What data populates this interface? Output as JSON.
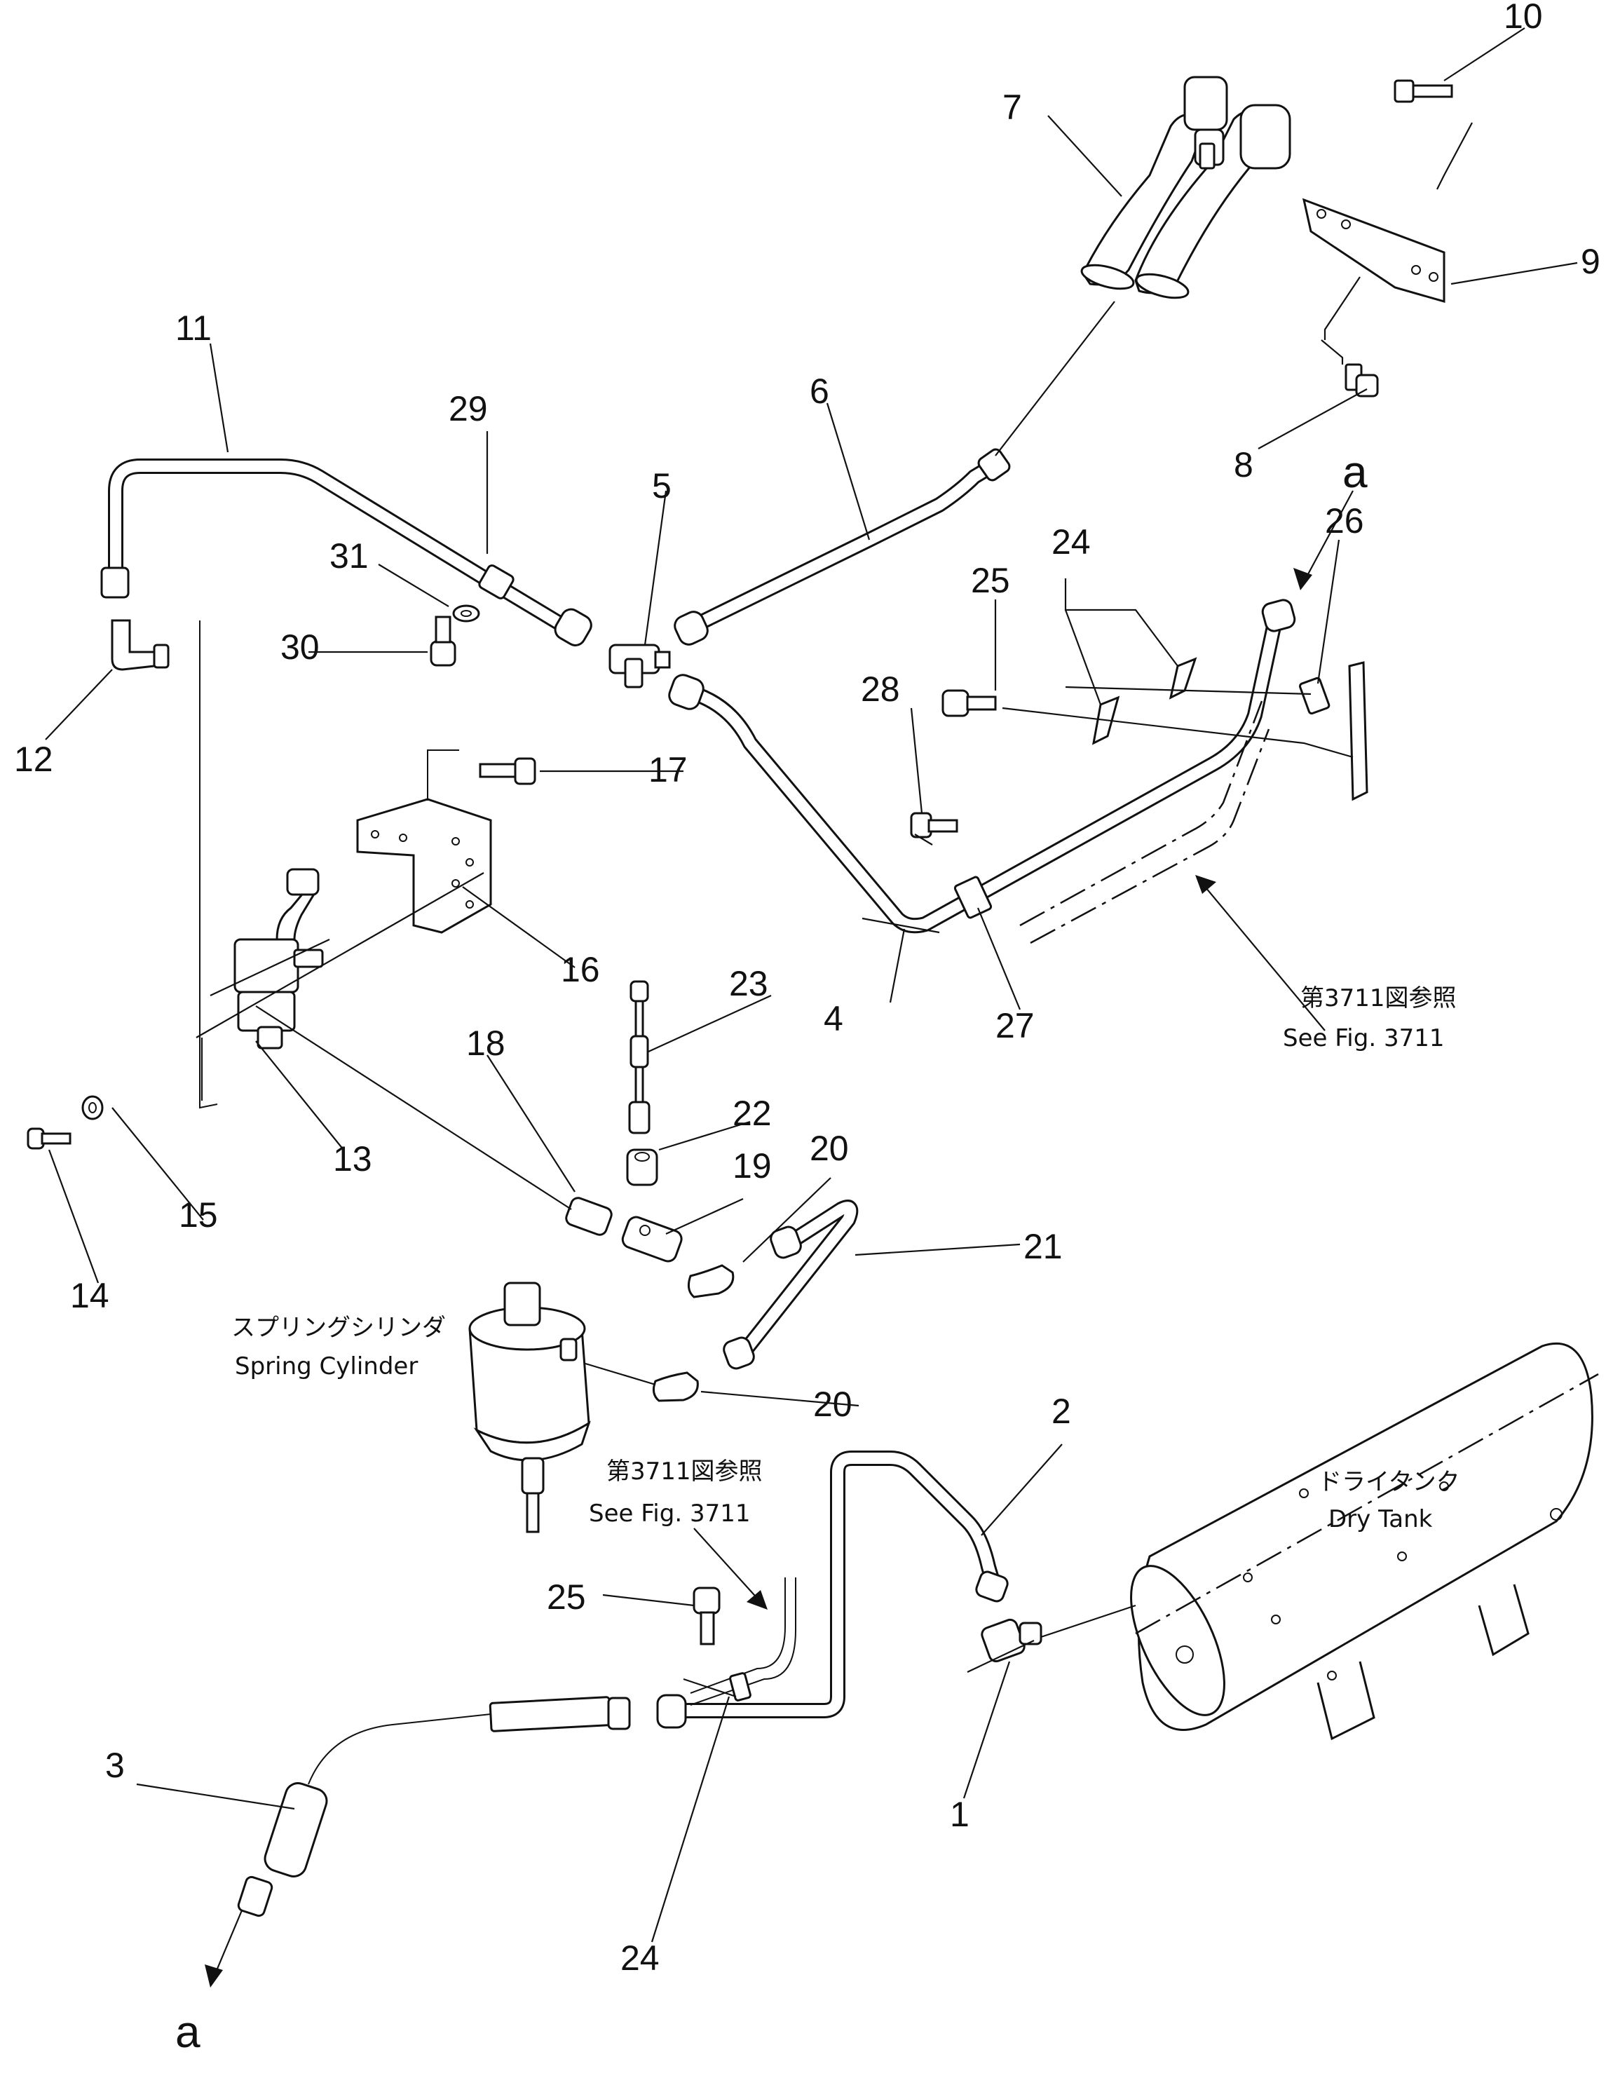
{
  "figure": {
    "part_numbers": [
      "1",
      "2",
      "3",
      "4",
      "5",
      "6",
      "7",
      "8",
      "9",
      "10",
      "11",
      "12",
      "13",
      "14",
      "15",
      "16",
      "17",
      "18",
      "19",
      "20",
      "21",
      "22",
      "23",
      "24",
      "25",
      "26",
      "27",
      "28",
      "29",
      "30",
      "31"
    ],
    "callouts": {
      "n10": "10",
      "n7": "7",
      "n9": "9",
      "n8": "8",
      "n11": "11",
      "n29": "29",
      "n6": "6",
      "n5": "5",
      "n31": "31",
      "n30": "30",
      "n12": "12",
      "n24a": "24",
      "n25a": "25",
      "n26": "26",
      "n28": "28",
      "n17": "17",
      "n16": "16",
      "n23": "23",
      "n4": "4",
      "n27": "27",
      "n18": "18",
      "n22": "22",
      "n13": "13",
      "n19": "19",
      "n20a": "20",
      "n21": "21",
      "n15": "15",
      "n14": "14",
      "n20b": "20",
      "n2": "2",
      "n25b": "25",
      "n3": "3",
      "n1": "1",
      "n24b": "24"
    },
    "connection_marks": {
      "a_top": "a",
      "a_bottom": "a"
    },
    "notes": {
      "ref_jp_1": "第3711図参照",
      "ref_en_1": "See Fig. 3711",
      "ref_jp_2": "第3711図参照",
      "ref_en_2": "See Fig. 3711",
      "spring_jp": "スプリングシリンダ",
      "spring_en": "Spring Cylinder",
      "tank_jp": "ドライタンク",
      "tank_en": "Dry Tank"
    }
  }
}
